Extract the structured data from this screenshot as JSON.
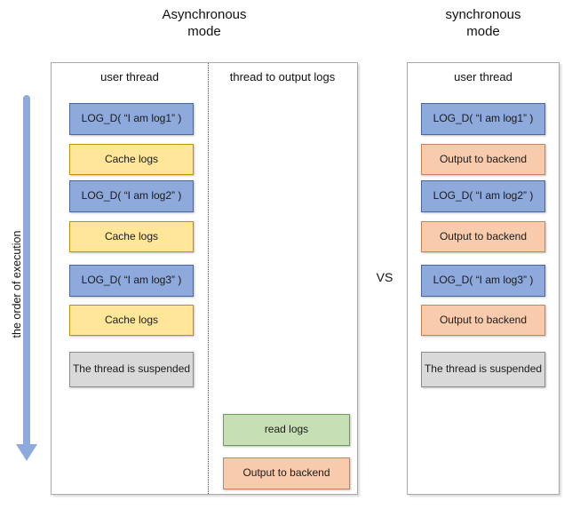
{
  "diagram": {
    "left": {
      "title": "Asynchronous\nmode",
      "columns": [
        {
          "header": "user thread",
          "boxes": [
            {
              "label": "LOG_D( “I am log1” )",
              "type": "log-call"
            },
            {
              "label": "Cache logs",
              "type": "cache"
            },
            {
              "label": "LOG_D( “I am log2” )",
              "type": "log-call"
            },
            {
              "label": "Cache logs",
              "type": "cache"
            },
            {
              "label": "LOG_D( “I am log3” )",
              "type": "log-call"
            },
            {
              "label": "Cache logs",
              "type": "cache"
            },
            {
              "label": "The thread is suspended",
              "type": "suspended"
            }
          ]
        },
        {
          "header": "thread to output logs",
          "boxes": [
            {
              "label": "read logs",
              "type": "read"
            },
            {
              "label": "Output to backend",
              "type": "output"
            }
          ]
        }
      ]
    },
    "right": {
      "title": "synchronous\nmode",
      "columns": [
        {
          "header": "user thread",
          "boxes": [
            {
              "label": "LOG_D( “I am log1” )",
              "type": "log-call"
            },
            {
              "label": "Output to backend",
              "type": "output"
            },
            {
              "label": "LOG_D( “I am log2” )",
              "type": "log-call"
            },
            {
              "label": "Output to backend",
              "type": "output"
            },
            {
              "label": "LOG_D( “I am log3” )",
              "type": "log-call"
            },
            {
              "label": "Output to backend",
              "type": "output"
            },
            {
              "label": "The thread is suspended",
              "type": "suspended"
            }
          ]
        }
      ]
    },
    "vs_label": "VS",
    "axis_label": "the order of execution",
    "colors": {
      "log_call_fill": "#8EA9DB",
      "log_call_border": "#4A66A0",
      "cache_fill": "#FFE699",
      "cache_border": "#BF9000",
      "output_fill": "#F8CBAD",
      "output_border": "#C9835B",
      "read_fill": "#C6E0B4",
      "read_border": "#6D9C55",
      "suspended_fill": "#D9D9D9",
      "suspended_border": "#8C8C8C",
      "arrow": "#8EA9DB",
      "panel_border": "#ABABAB"
    }
  }
}
